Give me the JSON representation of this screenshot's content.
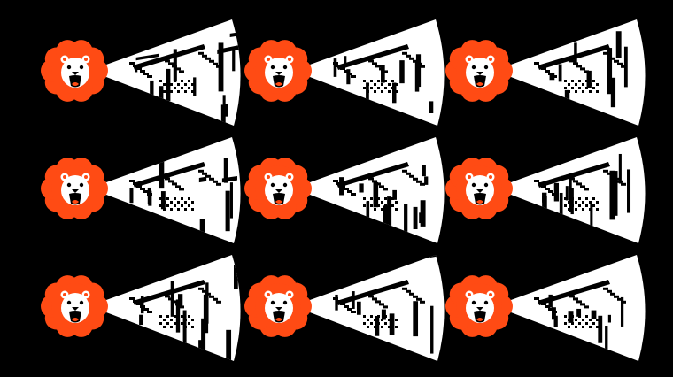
{
  "colors": {
    "background": "#000000",
    "lion_mane": "#FF4B14",
    "lion_face": "#FFFFFF",
    "megaphone_beam": "#FFFFFF",
    "glyph_ink": "#000000"
  },
  "icon": "shouting-lion-icon",
  "variants": [
    {
      "glyphs": [
        "我",
        "很",
        "强"
      ]
    },
    {
      "glyphs": [
        "是",
        "不",
        "怕"
      ]
    },
    {
      "glyphs": [
        "我",
        "最",
        "棒"
      ]
    }
  ],
  "grid": {
    "rows": 3,
    "columns": 3
  }
}
